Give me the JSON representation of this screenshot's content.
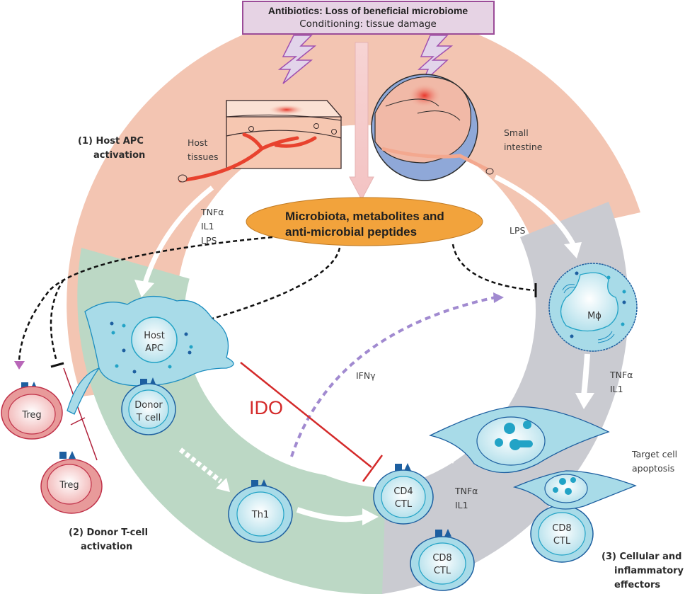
{
  "header": {
    "line1": "Antibiotics: Loss of beneficial microbiome",
    "line2": "Conditioning: tissue damage"
  },
  "center_oval": {
    "line1": "Microbiota, metabolites and",
    "line2": "anti-microbial peptides"
  },
  "stages": {
    "stage1": {
      "line1": "(1)  Host APC",
      "line2": "activation"
    },
    "stage2": {
      "line1": "(2)  Donor T-cell",
      "line2": "activation"
    },
    "stage3": {
      "line1": "(3)  Cellular and",
      "line2": "inflammatory",
      "line3": "effectors"
    }
  },
  "tissues": {
    "host_tissues": {
      "line1": "Host",
      "line2": "tissues"
    },
    "small_intestine": {
      "line1": "Small",
      "line2": "intestine"
    }
  },
  "cytokines": {
    "left": {
      "l1": "TNFα",
      "l2": "IL1",
      "l3": "LPS"
    },
    "right_lps": "LPS",
    "macrophage": {
      "l1": "TNFα",
      "l2": "IL1"
    },
    "cd4": {
      "l1": "TNFα",
      "l2": "IL1"
    },
    "ifn": "IFNγ",
    "ido": "IDO"
  },
  "cells": {
    "host_apc": {
      "l1": "Host",
      "l2": "APC"
    },
    "donor_t": {
      "l1": "Donor",
      "l2": "T cell"
    },
    "treg1": "Treg",
    "treg2": "Treg",
    "th1": "Th1",
    "cd4_ctl": {
      "l1": "CD4",
      "l2": "CTL"
    },
    "cd8_ctl_1": {
      "l1": "CD8",
      "l2": "CTL"
    },
    "cd8_ctl_2": {
      "l1": "CD8",
      "l2": "CTL"
    },
    "macrophage": "Mϕ"
  },
  "annotations": {
    "target_apoptosis": {
      "l1": "Target cell",
      "l2": "apoptosis"
    }
  },
  "colors": {
    "ring_pink": "#f3c5b2",
    "ring_green": "#b9d6c3",
    "ring_grey": "#c9cbd1",
    "header_fill": "#e6d3e4",
    "header_border": "#9b4c98",
    "oval_fill": "#f2a33c",
    "cell_blue": "#a8dbe8",
    "cell_border": "#1d5fa0",
    "treg_fill": "#e89a9a",
    "treg_border": "#c0324a",
    "ido_red": "#d42a2a",
    "ifn_purple": "#a18ad0"
  }
}
